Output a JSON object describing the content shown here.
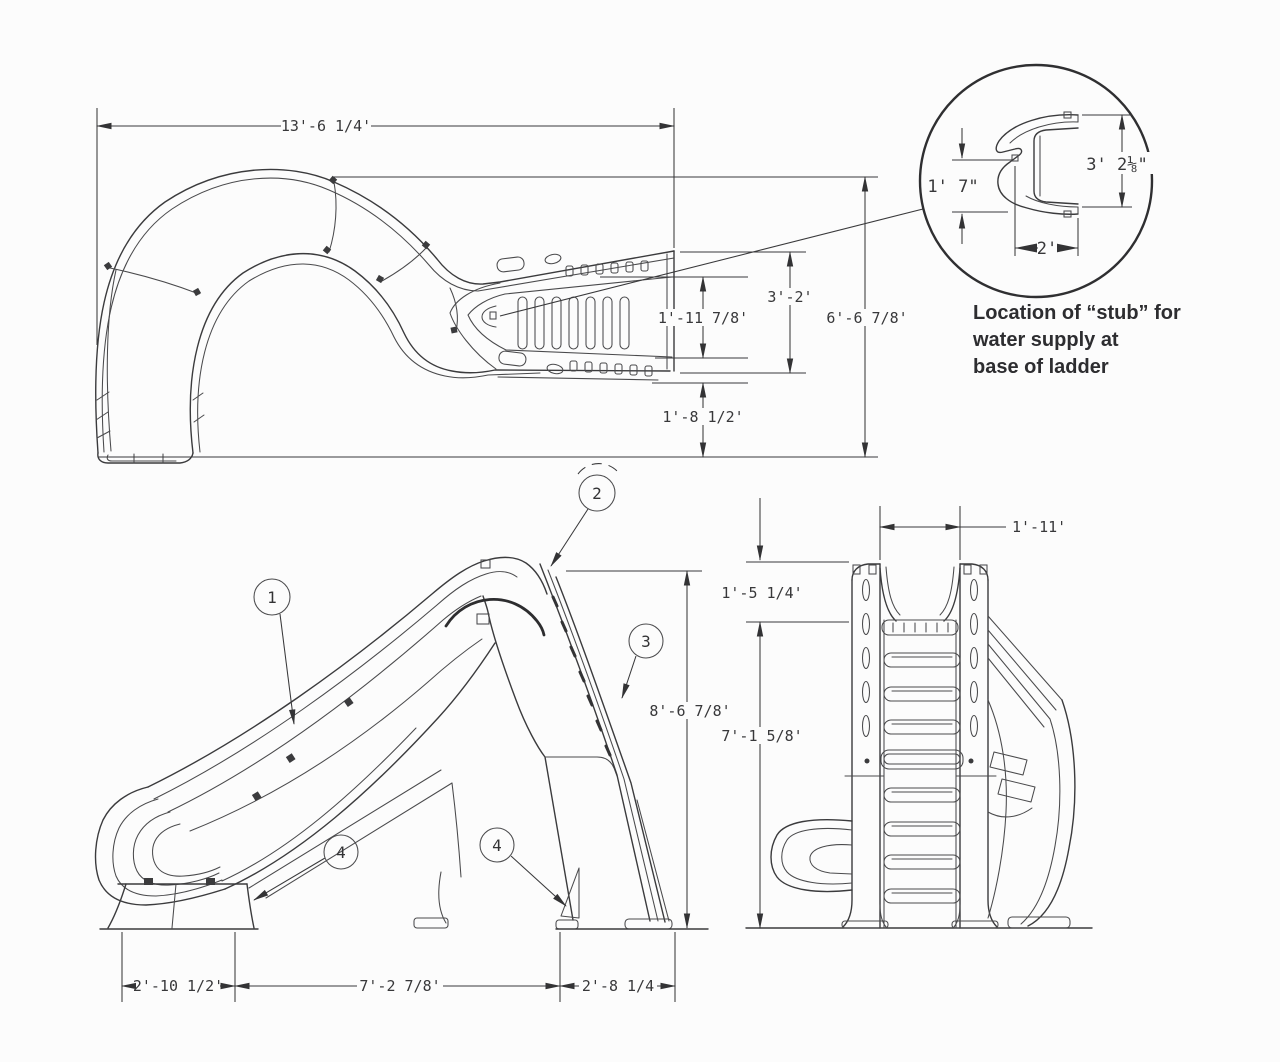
{
  "palette": {
    "background": "#fcfcfc",
    "line": "#3b3b3d",
    "text": "#38383a",
    "caption_text": "#2d2d30"
  },
  "top_view": {
    "dims": {
      "overall_length": "13'-6 1/4'",
      "overall_height": "6'-6 7/8'",
      "platform_width": "3'-2'",
      "ladder_width": "1'-11 7/8'",
      "base_height": "1'-8 1/2'"
    }
  },
  "detail_view": {
    "caption_lines": [
      "Location of “stub” for",
      "water supply at",
      "base of ladder"
    ],
    "dims": {
      "stub_offset": "1' 7\"",
      "stub_height": "3' 2⅛\"",
      "stub_width": "2'"
    }
  },
  "side_view": {
    "callouts": [
      "1",
      "2",
      "3",
      "4",
      "4"
    ],
    "dims": {
      "overall_height": "8'-6 7/8'",
      "platform_height": "7'-1 5/8'",
      "exit_base_width": "2'-10 1/2'",
      "mid_span": "7'-2 7/8'",
      "ladder_base_width": "2'-8 1/4"
    }
  },
  "rear_view": {
    "dims": {
      "ladder_width": "1'-11'",
      "handrail_height": "1'-5 1/4'"
    }
  }
}
